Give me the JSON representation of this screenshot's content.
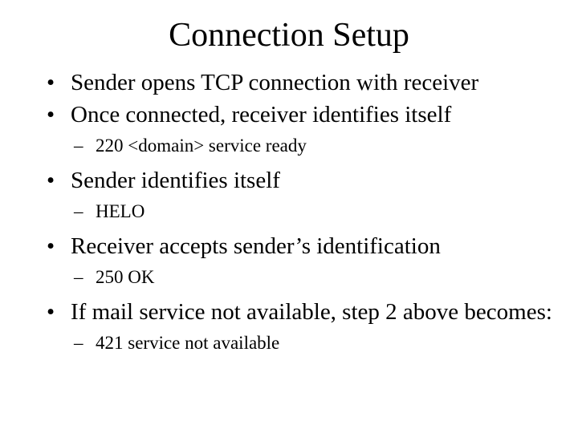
{
  "slide": {
    "title": "Connection Setup",
    "background_color": "#ffffff",
    "text_color": "#000000",
    "bullet_marker": "•",
    "sub_bullet_marker": "–",
    "items": [
      {
        "level": 1,
        "marker": "•",
        "text": "Sender opens TCP connection with receiver"
      },
      {
        "level": 1,
        "marker": "•",
        "text": "Once connected, receiver identifies itself"
      },
      {
        "level": 2,
        "marker": "–",
        "text": "220 <domain> service ready"
      },
      {
        "level": 1,
        "marker": "•",
        "text": "Sender identifies itself"
      },
      {
        "level": 2,
        "marker": "–",
        "text": "HELO"
      },
      {
        "level": 1,
        "marker": "•",
        "text": "Receiver accepts sender’s identification"
      },
      {
        "level": 2,
        "marker": "–",
        "text": "250 OK"
      },
      {
        "level": 1,
        "marker": "•",
        "text": "If mail service not available, step 2 above becomes:"
      },
      {
        "level": 2,
        "marker": "–",
        "text": "421 service not available"
      }
    ]
  }
}
